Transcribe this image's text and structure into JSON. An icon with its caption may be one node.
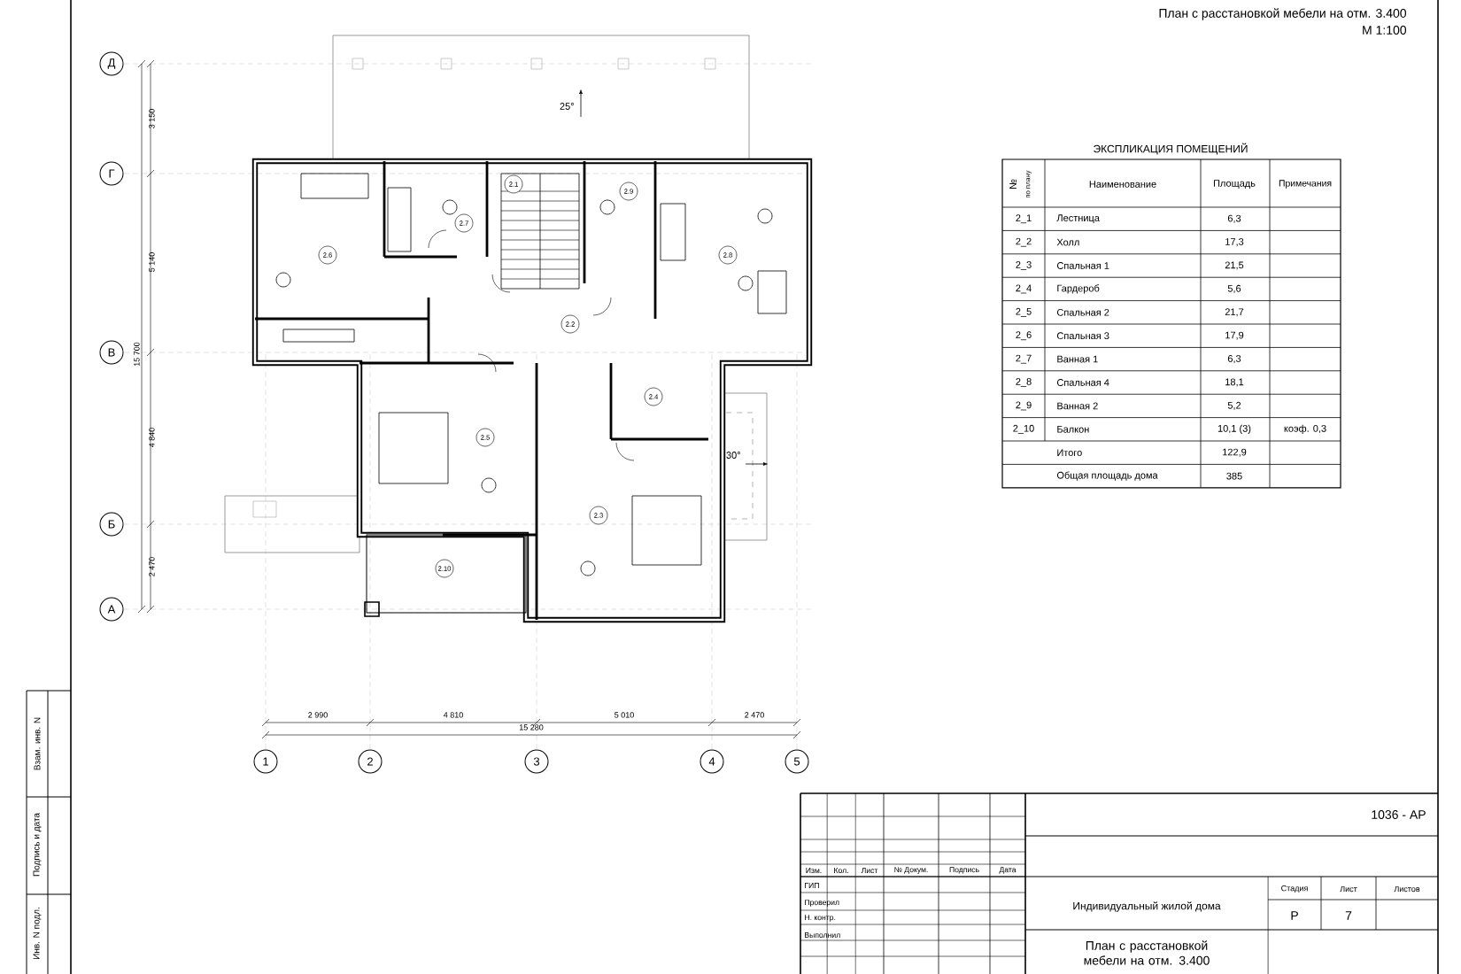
{
  "diagram": {
    "title": "План с расстановкой мебели на отм. 3.400",
    "nodes": [
      {
        "text": [
          "Д"
        ]
      },
      {
        "text": [
          "Г"
        ]
      },
      {
        "text": [
          "В"
        ]
      },
      {
        "text": [
          "Б"
        ]
      },
      {
        "text": [
          "А"
        ]
      },
      {
        "text": [
          "1"
        ]
      },
      {
        "text": [
          "2"
        ]
      },
      {
        "text": [
          "3"
        ]
      },
      {
        "text": [
          "4"
        ]
      },
      {
        "text": [
          "5"
        ]
      },
      {
        "text": [
          "2.1"
        ]
      },
      {
        "text": [
          "2.9"
        ]
      },
      {
        "text": [
          "2.7"
        ]
      },
      {
        "text": [
          "2.6"
        ]
      },
      {
        "text": [
          "2.8"
        ]
      },
      {
        "text": [
          "2.2"
        ]
      },
      {
        "text": [
          "2.4"
        ]
      },
      {
        "text": [
          "2.5"
        ]
      },
      {
        "text": [
          "2.3"
        ]
      },
      {
        "text": [
          "2.10"
        ]
      }
    ],
    "labels": [
      "М 1:100",
      "25°",
      "ЭКСПЛИКАЦИЯ ПОМЕЩЕНИЙ",
      "№",
      "по плану",
      "Наименование",
      "Площадь",
      "Примечания",
      "2_1",
      "Лестница",
      "6,3",
      "2_2",
      "Холл",
      "17,3",
      "2_3",
      "Спальная 1",
      "21,5",
      "2_4",
      "Гардероб",
      "5,6",
      "2_5",
      "Спальная 2",
      "21,7",
      "2_6",
      "Спальная 3",
      "17,9",
      "2_7",
      "Ванная 1",
      "6,3",
      "2_8",
      "Спальная 4",
      "18,1",
      "2_9",
      "Ванная 2",
      "5,2",
      "2_10",
      "Балкон",
      "10,1 (3)",
      "коэф. 0,3",
      "Итого",
      "122,9",
      "Общая площадь дома",
      "385",
      "3 150",
      "5 140",
      "15 700",
      "4 840",
      "30°",
      "2 470",
      "2 990",
      "4 810",
      "5 010",
      "2 470",
      "15 280",
      "Взам. инв. N",
      "Подпись и дата",
      "Инв. N подл.",
      "1036 - АР",
      "Изм.",
      "Кол.",
      "Лист",
      "№ Докум.",
      "Подпись",
      "Дата",
      "Стадия",
      "Лист",
      "Листов",
      "ГИП",
      "Индивидуальный жилой дома",
      "Р",
      "7",
      "Проверил",
      "Н. контр.",
      "Выполнил",
      "План с расстановкой мебели на отм. 3.400"
    ]
  }
}
